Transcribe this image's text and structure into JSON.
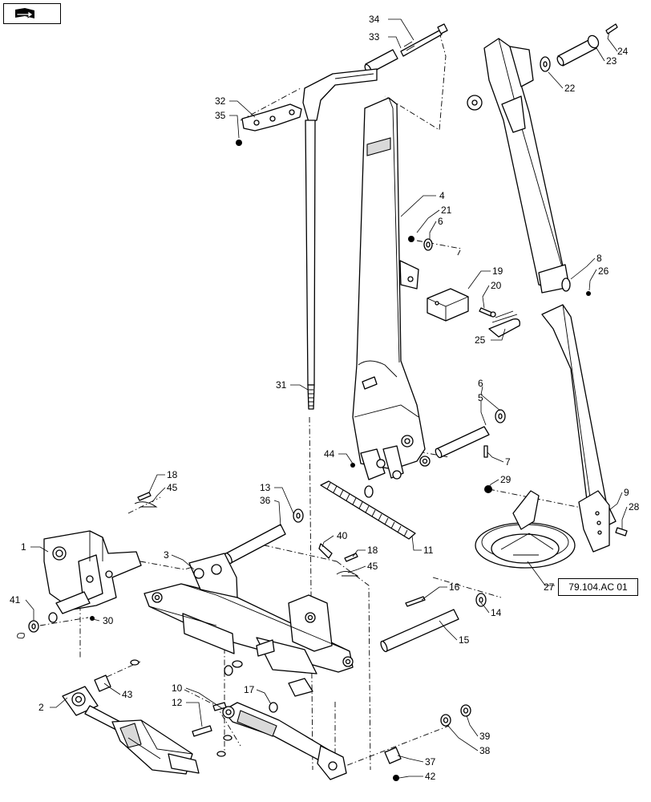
{
  "figure_ref": "79.104.AC 01",
  "icons": {
    "nav": "book-arrow-icon"
  },
  "callouts": [
    {
      "id": "c34",
      "label": "34"
    },
    {
      "id": "c33",
      "label": "33"
    },
    {
      "id": "c24",
      "label": "24"
    },
    {
      "id": "c23",
      "label": "23"
    },
    {
      "id": "c22",
      "label": "22"
    },
    {
      "id": "c32",
      "label": "32"
    },
    {
      "id": "c35",
      "label": "35"
    },
    {
      "id": "c4",
      "label": "4"
    },
    {
      "id": "c21",
      "label": "21"
    },
    {
      "id": "c6a",
      "label": "6"
    },
    {
      "id": "c8",
      "label": "8"
    },
    {
      "id": "c26",
      "label": "26"
    },
    {
      "id": "c19",
      "label": "19"
    },
    {
      "id": "c20",
      "label": "20"
    },
    {
      "id": "c25",
      "label": "25"
    },
    {
      "id": "c31",
      "label": "31"
    },
    {
      "id": "c6b",
      "label": "6"
    },
    {
      "id": "c5",
      "label": "5"
    },
    {
      "id": "c44",
      "label": "44"
    },
    {
      "id": "c7",
      "label": "7"
    },
    {
      "id": "c29",
      "label": "29"
    },
    {
      "id": "c9",
      "label": "9"
    },
    {
      "id": "c28",
      "label": "28"
    },
    {
      "id": "c18a",
      "label": "18"
    },
    {
      "id": "c45a",
      "label": "45"
    },
    {
      "id": "c13",
      "label": "13"
    },
    {
      "id": "c36",
      "label": "36"
    },
    {
      "id": "c11",
      "label": "11"
    },
    {
      "id": "c1",
      "label": "1"
    },
    {
      "id": "c3",
      "label": "3"
    },
    {
      "id": "c40",
      "label": "40"
    },
    {
      "id": "c18b",
      "label": "18"
    },
    {
      "id": "c45b",
      "label": "45"
    },
    {
      "id": "c27",
      "label": "27"
    },
    {
      "id": "c16",
      "label": "16"
    },
    {
      "id": "c14",
      "label": "14"
    },
    {
      "id": "c15",
      "label": "15"
    },
    {
      "id": "c41",
      "label": "41"
    },
    {
      "id": "c30",
      "label": "30"
    },
    {
      "id": "c2",
      "label": "2"
    },
    {
      "id": "c43",
      "label": "43"
    },
    {
      "id": "c10",
      "label": "10"
    },
    {
      "id": "c12",
      "label": "12"
    },
    {
      "id": "c17",
      "label": "17"
    },
    {
      "id": "c39",
      "label": "39"
    },
    {
      "id": "c38",
      "label": "38"
    },
    {
      "id": "c37",
      "label": "37"
    },
    {
      "id": "c42",
      "label": "42"
    }
  ]
}
